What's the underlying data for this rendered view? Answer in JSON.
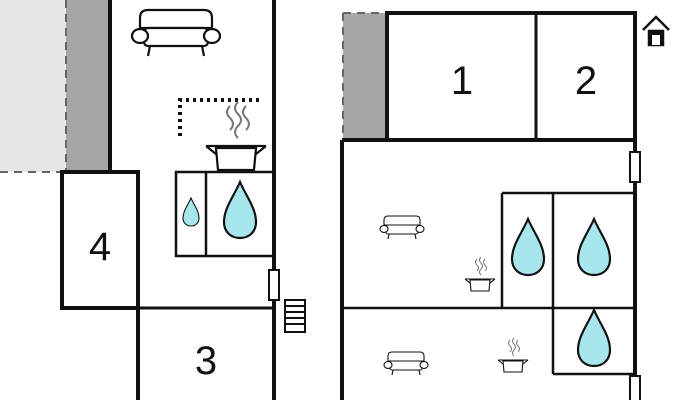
{
  "rooms": [
    {
      "id": "room-1",
      "label": "1"
    },
    {
      "id": "room-2",
      "label": "2"
    },
    {
      "id": "room-3",
      "label": "3"
    },
    {
      "id": "room-4",
      "label": "4"
    }
  ],
  "icons": {
    "sofa": "sofa-icon",
    "kitchen": "cooking-pot-icon",
    "water": "water-drop-icon",
    "stairs": "stairs-icon",
    "house": "house-icon"
  },
  "colors": {
    "wall": "#111111",
    "terrace_fill": "#e6e6e6",
    "terrace_dark": "#a6a6a6",
    "water_fill": "#a8e6ee",
    "window_fill": "#ffffff"
  }
}
